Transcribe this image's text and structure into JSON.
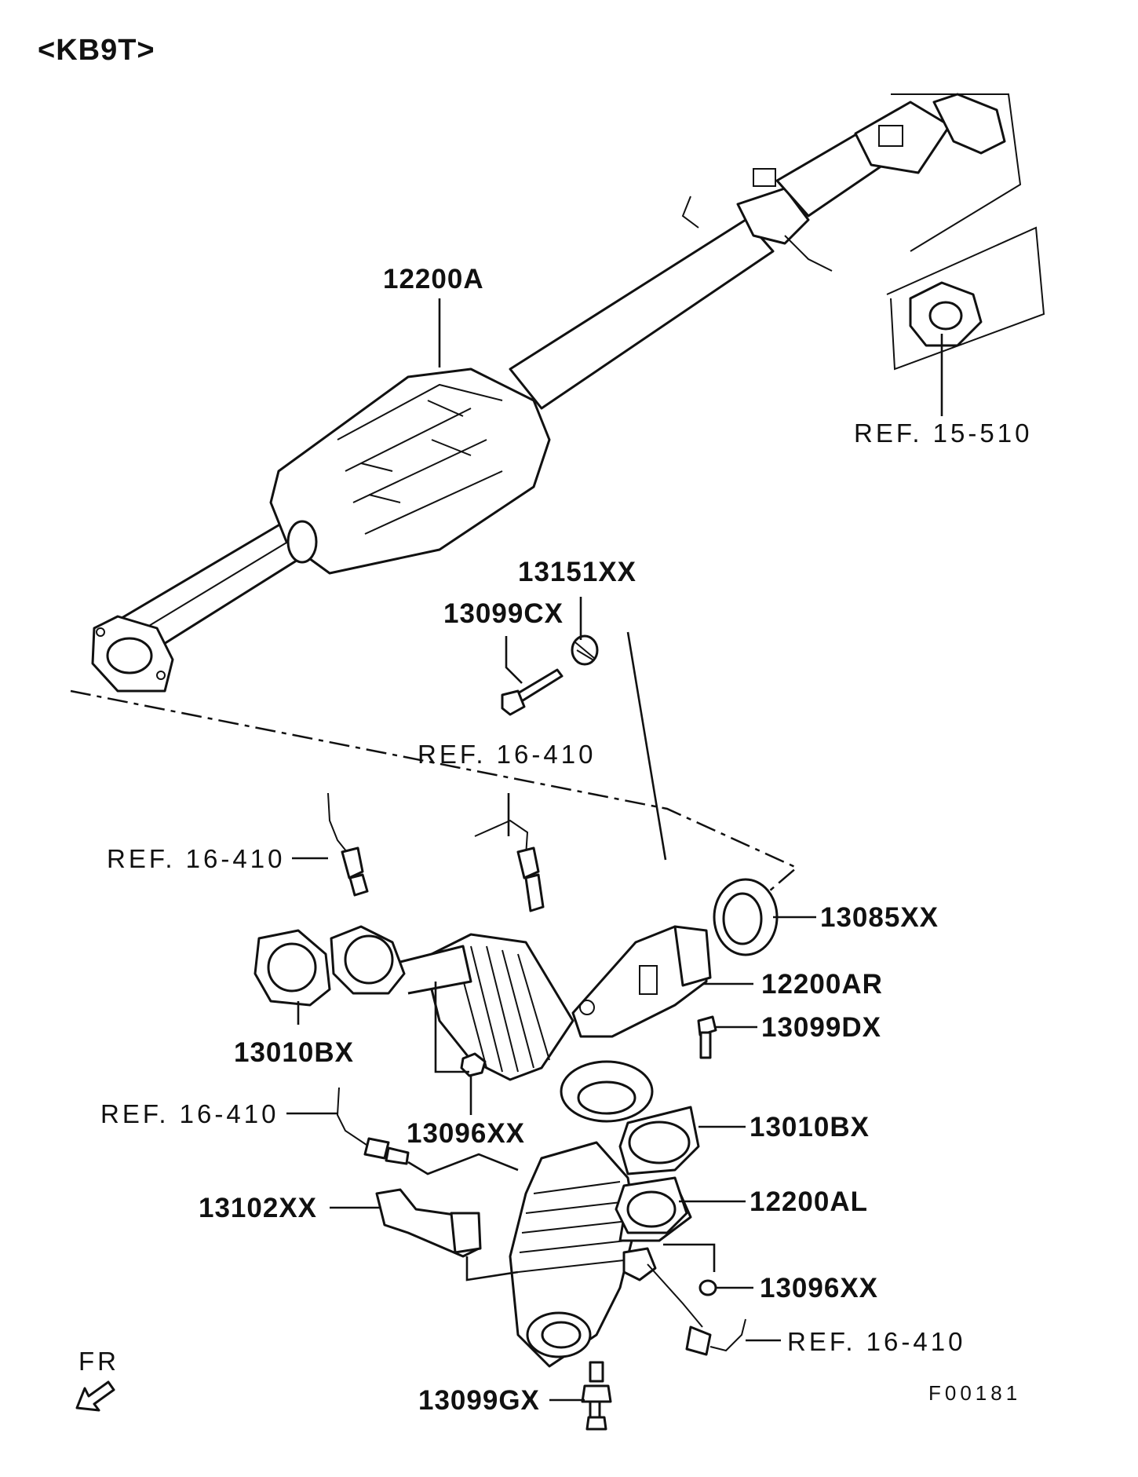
{
  "header": {
    "model_code": "<KB9T>"
  },
  "orientation": {
    "front_label": "FR"
  },
  "figure_code": "F00181",
  "parts": [
    {
      "key": "main_pipe",
      "number": "12200A"
    },
    {
      "key": "gasket_ring",
      "number": "13151XX"
    },
    {
      "key": "bolt_spring",
      "number": "13099CX"
    },
    {
      "key": "ring_gasket",
      "number": "13085XX"
    },
    {
      "key": "front_converter_r",
      "number": "12200AR"
    },
    {
      "key": "bolt_r",
      "number": "13099DX"
    },
    {
      "key": "gasket_left_upper",
      "number": "13010BX"
    },
    {
      "key": "nut_upper",
      "number": "13096XX"
    },
    {
      "key": "gasket_right",
      "number": "13010BX"
    },
    {
      "key": "bracket",
      "number": "13102XX"
    },
    {
      "key": "front_converter_l",
      "number": "12200AL"
    },
    {
      "key": "nut_lower",
      "number": "13096XX"
    },
    {
      "key": "bolt_lower",
      "number": "13099GX"
    }
  ],
  "references": [
    {
      "key": "rear",
      "text": "REF. 15-510"
    },
    {
      "key": "sensor_top",
      "text": "REF. 16-410"
    },
    {
      "key": "sensor_left",
      "text": "REF. 16-410"
    },
    {
      "key": "sensor_mid_left",
      "text": "REF. 16-410"
    },
    {
      "key": "sensor_bottom_right",
      "text": "REF. 16-410"
    }
  ]
}
